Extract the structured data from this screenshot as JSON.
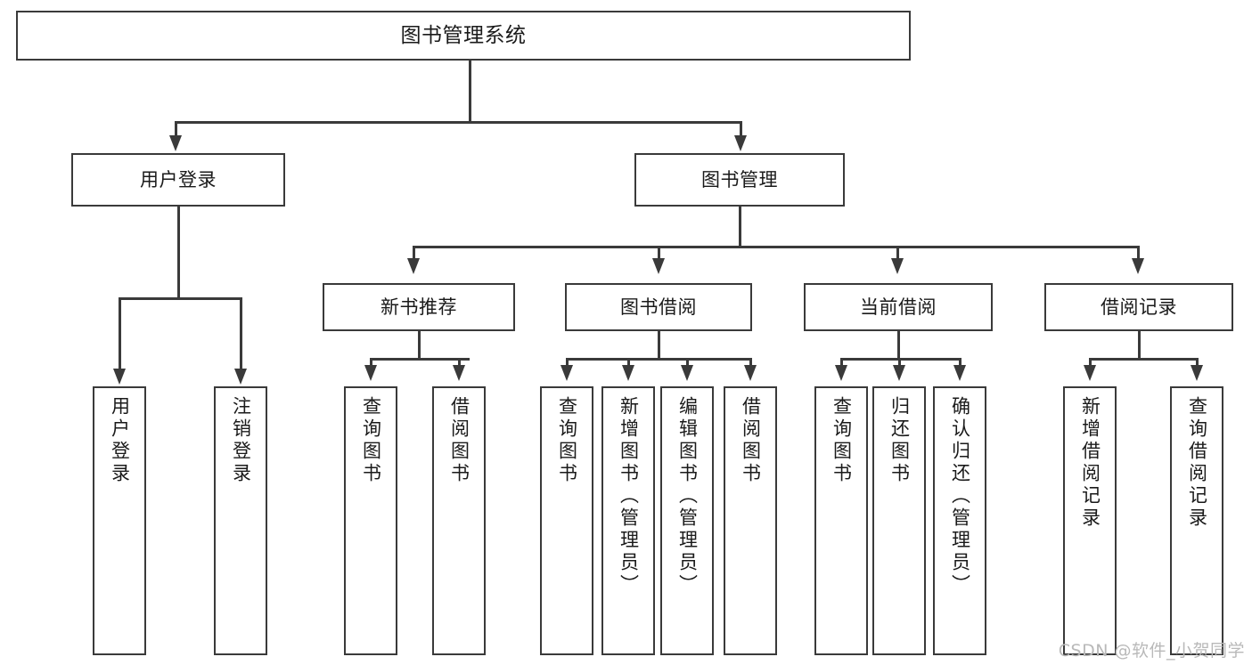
{
  "diagram": {
    "title": "图书管理系统",
    "watermark": "CSDN @软件_小贺同学",
    "nodes": {
      "root": "图书管理系统",
      "user_login": "用户登录",
      "book_manage": "图书管理",
      "new_book_rec": "新书推荐",
      "book_borrow": "图书借阅",
      "current_borrow": "当前借阅",
      "borrow_record": "借阅记录",
      "leaf_user_login": "用户登录",
      "leaf_user_logout": "注销登录",
      "leaf_query_book_1": "查询图书",
      "leaf_borrow_book_1": "借阅图书",
      "leaf_query_book_2": "查询图书",
      "leaf_add_book_admin": "新增图书（管理员）",
      "leaf_edit_book_admin": "编辑图书（管理员）",
      "leaf_borrow_book_2": "借阅图书",
      "leaf_query_book_3": "查询图书",
      "leaf_return_book": "归还图书",
      "leaf_confirm_return_admin": "确认归还（管理员）",
      "leaf_add_borrow_record": "新增借阅记录",
      "leaf_query_borrow_record": "查询借阅记录"
    },
    "colors": {
      "stroke": "#3a3a3a",
      "fill": "#ffffff",
      "text": "#1a1a1a",
      "watermark": "#b9b9b9"
    }
  }
}
